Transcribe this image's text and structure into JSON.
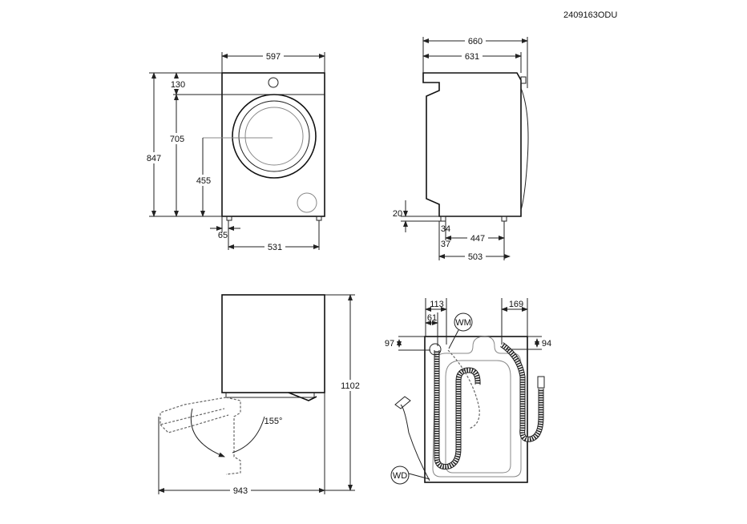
{
  "drawing_code": "2409163ODU",
  "front_view": {
    "width": "597",
    "total_height": "847",
    "top_panel": "130",
    "lower_height": "705",
    "door_center_height": "455",
    "foot_offset": "65",
    "foot_spacing": "531"
  },
  "side_view": {
    "total_depth": "660",
    "body_depth": "631",
    "foot_height": "20",
    "foot_offset_a": "34",
    "foot_spacing_a": "447",
    "foot_offset_b": "37",
    "foot_spacing_b": "503"
  },
  "door_view": {
    "height_open": "1102",
    "depth_open": "943",
    "opening_angle": "155°"
  },
  "rear_view": {
    "drain_offset": "113",
    "drain_offset_inner": "61",
    "inlet_offset": "169",
    "drain_height": "97",
    "inlet_height": "94",
    "water_marker": "WM",
    "power_marker": "WD"
  }
}
